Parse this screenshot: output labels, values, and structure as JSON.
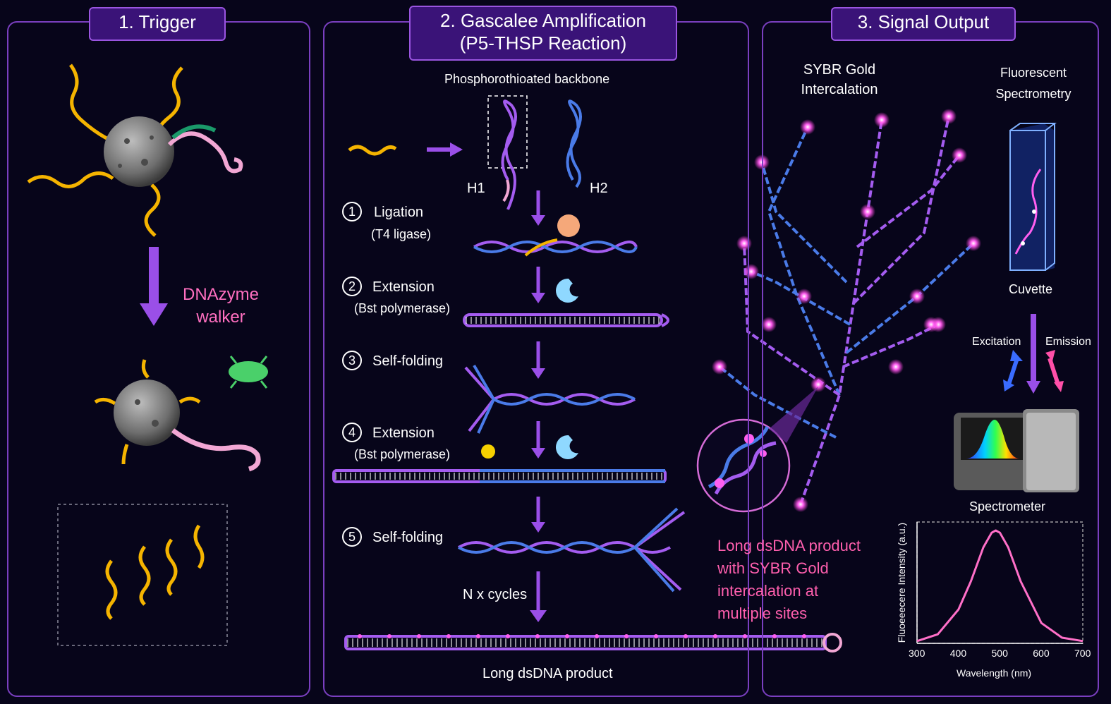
{
  "panels": {
    "trigger": {
      "title": "1. Trigger",
      "walker_label_line1": "DNAzyme",
      "walker_label_line2": "walker"
    },
    "amplification": {
      "title_line1": "2. Gascalee Amplification",
      "title_line2": "(P5-THSP Reaction)",
      "backbone_label": "Phosphorothioated backbone",
      "hairpin_1": "H1",
      "hairpin_2": "H2",
      "steps": [
        {
          "number": "1",
          "name": "Ligation",
          "enzyme": "(T4 ligase)"
        },
        {
          "number": "2",
          "name": "Extension",
          "enzyme": "(Bst polymerase)"
        },
        {
          "number": "3",
          "name": "Self-folding",
          "enzyme": ""
        },
        {
          "number": "4",
          "name": "Extension",
          "enzyme": "(Bst polymerase)"
        },
        {
          "number": "5",
          "name": "Self-folding",
          "enzyme": ""
        }
      ],
      "cycles_label": "N x cycles",
      "product_label": "Long dsDNA product"
    },
    "signal": {
      "title": "3. Signal Output",
      "sybr_line1": "SYBR Gold",
      "sybr_line2": "Intercalation",
      "fluor_line1": "Fluorescent",
      "fluor_line2": "Spectrometry",
      "cuvette_label": "Cuvette",
      "excitation_label": "Excitation",
      "emission_label": "Emission",
      "spectrometer_label": "Spectrometer",
      "product_note_lines": [
        "Long dsDNA product",
        "with SYBR Gold",
        "intercalation at",
        "multiple sites"
      ]
    }
  },
  "chart_data": {
    "type": "line",
    "xlabel": "Wavelength (nm)",
    "ylabel": "Fluoeeecere Intensity (a.u.)",
    "x_ticks": [
      "300",
      "400",
      "500",
      "600",
      "700"
    ],
    "xlim": [
      300,
      700
    ],
    "series": [
      {
        "x": [
          300,
          350,
          400,
          430,
          460,
          480,
          490,
          500,
          520,
          550,
          600,
          650,
          700
        ],
        "y": [
          0.02,
          0.08,
          0.3,
          0.55,
          0.85,
          0.98,
          1.0,
          0.98,
          0.85,
          0.55,
          0.18,
          0.05,
          0.02
        ]
      }
    ]
  },
  "colors": {
    "panel_border": "#7a3fc0",
    "title_bg": "#3a1378",
    "strand_yellow": "#f5b400",
    "strand_pink": "#f2a7d4",
    "dna_purple": "#a45cf0",
    "dna_blue": "#4a7be8",
    "glow_magenta": "#ff3fe0",
    "arrow_purple": "#9a4fe8",
    "text_pink": "#ff5fae"
  }
}
